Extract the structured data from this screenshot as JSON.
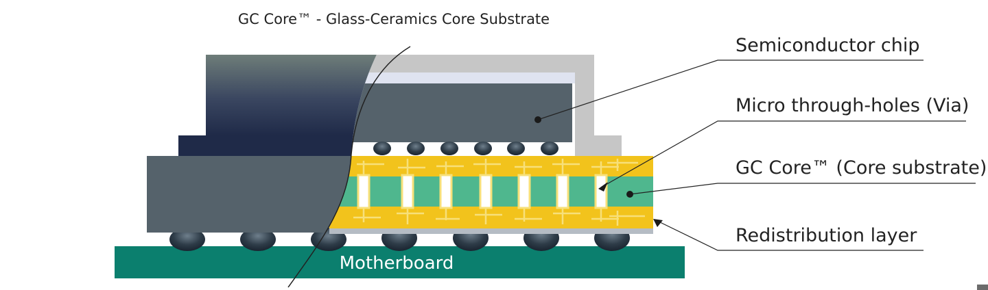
{
  "title": "GC Core™ - Glass-Ceramics Core Substrate",
  "labels": {
    "chip": "Semiconductor chip",
    "via": "Micro through-holes (Via)",
    "core": "GC Core™ (Core substrate)",
    "rdl": "Redistribution layer",
    "motherboard": "Motherboard"
  },
  "colors": {
    "chip": "#55626b",
    "chip_dark": "#1f2a48",
    "chip_top": "#6e7d79",
    "lid": "#c6c6c6",
    "core_green": "#4fb78e",
    "rdl_yellow": "#f2c31c",
    "trace": "#f7e07a",
    "motherboard": "#0b7f6e",
    "solder": "#2e3c48"
  }
}
